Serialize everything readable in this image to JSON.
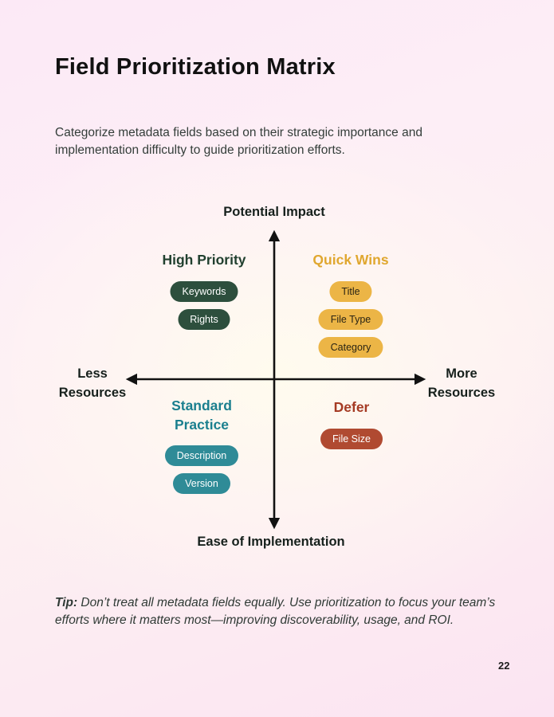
{
  "header": {
    "title": "Field Prioritization Matrix",
    "subtitle": "Categorize metadata fields based on their strategic importance and implementation difficulty to guide prioritization efforts."
  },
  "matrix": {
    "axes": {
      "top": "Potential Impact",
      "bottom": "Ease of Implementation",
      "left": "Less Resources",
      "right": "More Resources"
    },
    "quadrants": [
      {
        "name": "High Priority",
        "heading_color": "#21402f",
        "pill_color": "#2d4f3d",
        "pill_text_color": "#ffffff",
        "items": [
          "Keywords",
          "Rights"
        ]
      },
      {
        "name": "Quick Wins",
        "heading_color": "#e0a72f",
        "pill_color": "#ecb546",
        "pill_text_color": "#2a2414",
        "items": [
          "Title",
          "File Type",
          "Category"
        ]
      },
      {
        "name": "Standard Practice",
        "heading_color": "#1a7f8e",
        "pill_color": "#2f8b97",
        "pill_text_color": "#ffffff",
        "items": [
          "Description",
          "Version"
        ]
      },
      {
        "name": "Defer",
        "heading_color": "#a53b24",
        "pill_color": "#b04a31",
        "pill_text_color": "#ffffff",
        "items": [
          "File Size"
        ]
      }
    ]
  },
  "tip": {
    "label": "Tip:",
    "text": " Don’t treat all metadata fields equally. Use prioritization to focus your team’s efforts where it matters most—improving discoverability, usage, and ROI."
  },
  "page": {
    "number": "22"
  }
}
